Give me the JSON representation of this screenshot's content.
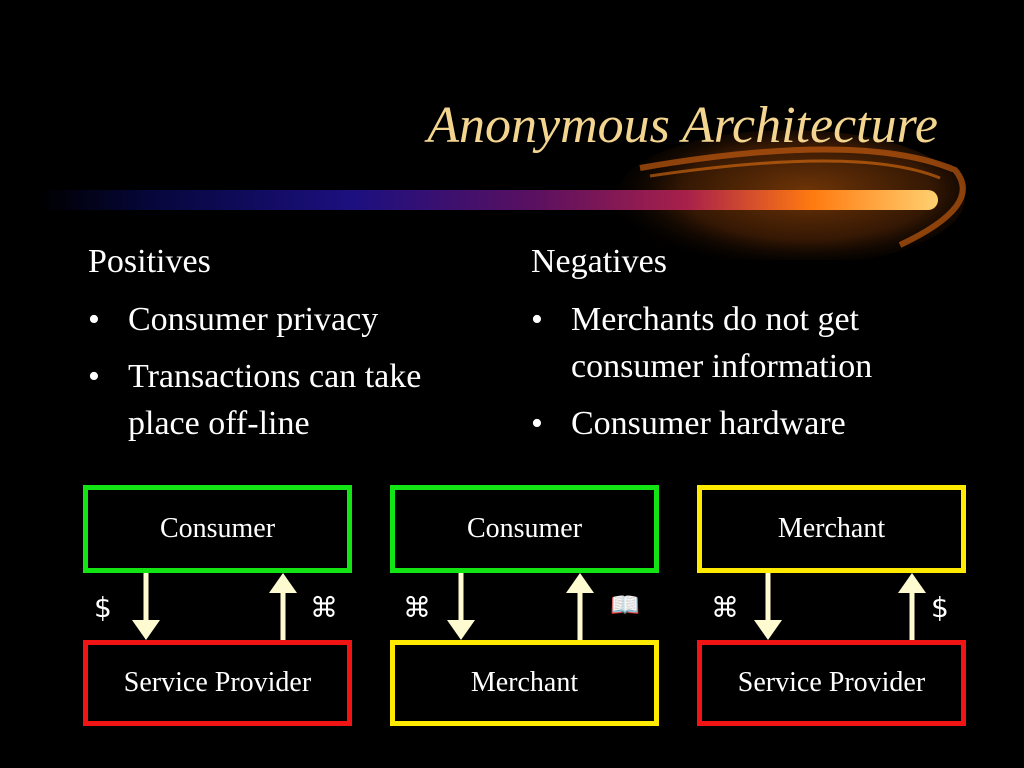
{
  "title": "Anonymous Architecture",
  "positives": {
    "heading": "Positives",
    "items": [
      "Consumer privacy",
      "Transactions can take place off-line"
    ]
  },
  "negatives": {
    "heading": "Negatives",
    "items": [
      "Merchants do not get consumer information",
      "Consumer hardware"
    ]
  },
  "bullet_symbol": "•",
  "diagrams": [
    {
      "top": "Consumer",
      "bottom": "Service Provider",
      "down_symbol": "$",
      "up_symbol": "⌘",
      "top_color": "#13e413",
      "bottom_color": "#f01414"
    },
    {
      "top": "Consumer",
      "bottom": "Merchant",
      "down_symbol": "⌘",
      "up_symbol": "📖",
      "top_color": "#13e413",
      "bottom_color": "#ffea00"
    },
    {
      "top": "Merchant",
      "bottom": "Service Provider",
      "down_symbol": "⌘",
      "up_symbol": "$",
      "top_color": "#ffea00",
      "bottom_color": "#f01414"
    }
  ],
  "colors": {
    "background": "#000000",
    "title": "#f3d58f",
    "arrow": "#fffbd0"
  }
}
